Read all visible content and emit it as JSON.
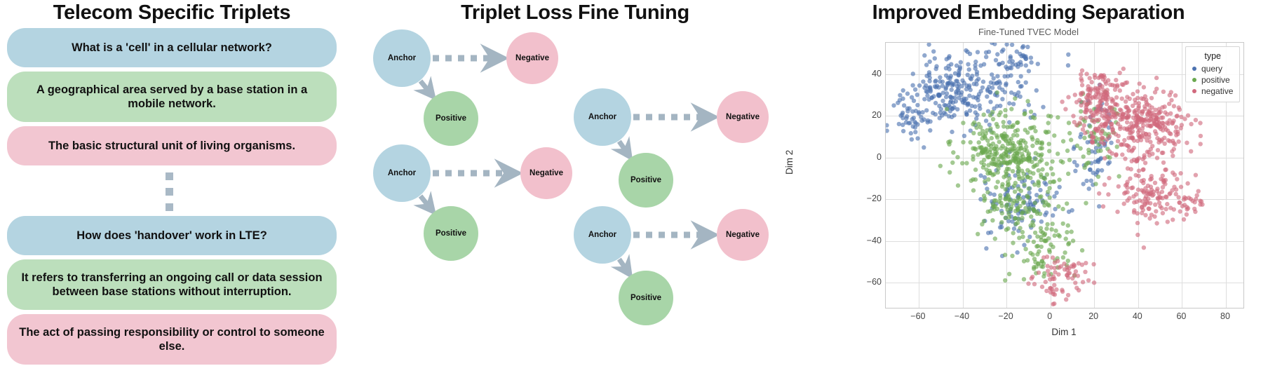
{
  "panels": {
    "left_title": "Telecom Specific Triplets",
    "mid_title": "Triplet Loss Fine Tuning",
    "right_title": "Improved Embedding Separation"
  },
  "triplet_examples": [
    {
      "query": "What is a 'cell' in a cellular network?",
      "positive": "A geographical area served by a base station in a mobile network.",
      "negative": "The basic structural unit of living organisms."
    },
    {
      "query": "How does 'handover' work in LTE?",
      "positive": "It refers to transferring an ongoing call or data session between base stations without interruption.",
      "negative": "The act of passing responsibility or control to someone else."
    }
  ],
  "graph": {
    "labels": {
      "anchor": "Anchor",
      "positive": "Positive",
      "negative": "Negative"
    },
    "groups": [
      {
        "anchor": "Anchor",
        "negative": "Negative",
        "positive": "Positive"
      },
      {
        "anchor": "Anchor",
        "negative": "Negative",
        "positive": "Positive"
      },
      {
        "anchor": "Anchor",
        "negative": "Negative",
        "positive": "Positive"
      },
      {
        "anchor": "Anchor",
        "negative": "Negative",
        "positive": "Positive"
      }
    ]
  },
  "colors": {
    "query": "#b4d4e1",
    "positive": "#bcdfbc",
    "negative": "#f2c6d1",
    "arrow": "#a0b2bf",
    "dot_query": "#4c72b0",
    "dot_positive": "#6aa84f",
    "dot_negative": "#d1697d"
  },
  "chart_data": {
    "type": "scatter",
    "title": "Fine-Tuned TVEC Model",
    "xlabel": "Dim 1",
    "ylabel": "Dim 2",
    "xticks": [
      "−60",
      "−40",
      "−20",
      "0",
      "20",
      "40",
      "60",
      "80"
    ],
    "xtick_values": [
      -60,
      -40,
      -20,
      0,
      20,
      40,
      60,
      80
    ],
    "yticks": [
      "40",
      "20",
      "0",
      "−20",
      "−40",
      "−60"
    ],
    "ytick_values": [
      40,
      20,
      0,
      -20,
      -40,
      -60
    ],
    "xlim": [
      -75,
      88
    ],
    "ylim": [
      -72,
      55
    ],
    "grid": true,
    "legend": {
      "title": "type",
      "position": "upper right",
      "entries": [
        {
          "label": "query",
          "color": "#4c72b0"
        },
        {
          "label": "positive",
          "color": "#6aa84f"
        },
        {
          "label": "negative",
          "color": "#d1697d"
        }
      ]
    },
    "series": [
      {
        "name": "query",
        "color": "#4c72b0",
        "n_points": 520,
        "clusters": [
          {
            "cx": -38,
            "cy": 33,
            "sx": 13,
            "sy": 9,
            "n": 260
          },
          {
            "cx": -63,
            "cy": 18,
            "sx": 6,
            "sy": 6,
            "n": 55
          },
          {
            "cx": -16,
            "cy": 48,
            "sx": 5,
            "sy": 4,
            "n": 35
          },
          {
            "cx": -14,
            "cy": -22,
            "sx": 8,
            "sy": 9,
            "n": 110
          },
          {
            "cx": 20,
            "cy": 5,
            "sx": 4,
            "sy": 14,
            "n": 60
          }
        ]
      },
      {
        "name": "positive",
        "color": "#6aa84f",
        "n_points": 560,
        "clusters": [
          {
            "cx": -18,
            "cy": 3,
            "sx": 12,
            "sy": 10,
            "n": 330
          },
          {
            "cx": -14,
            "cy": -24,
            "sx": 9,
            "sy": 8,
            "n": 110
          },
          {
            "cx": -2,
            "cy": -45,
            "sx": 7,
            "sy": 7,
            "n": 70
          },
          {
            "cx": 22,
            "cy": 10,
            "sx": 5,
            "sy": 12,
            "n": 50
          }
        ]
      },
      {
        "name": "negative",
        "color": "#d1697d",
        "n_points": 700,
        "clusters": [
          {
            "cx": 42,
            "cy": 16,
            "sx": 11,
            "sy": 9,
            "n": 330
          },
          {
            "cx": 22,
            "cy": 27,
            "sx": 6,
            "sy": 8,
            "n": 150
          },
          {
            "cx": 45,
            "cy": -18,
            "sx": 9,
            "sy": 7,
            "n": 130
          },
          {
            "cx": 5,
            "cy": -57,
            "sx": 7,
            "sy": 5,
            "n": 70
          },
          {
            "cx": 64,
            "cy": -22,
            "sx": 3,
            "sy": 3,
            "n": 20
          }
        ]
      }
    ]
  }
}
